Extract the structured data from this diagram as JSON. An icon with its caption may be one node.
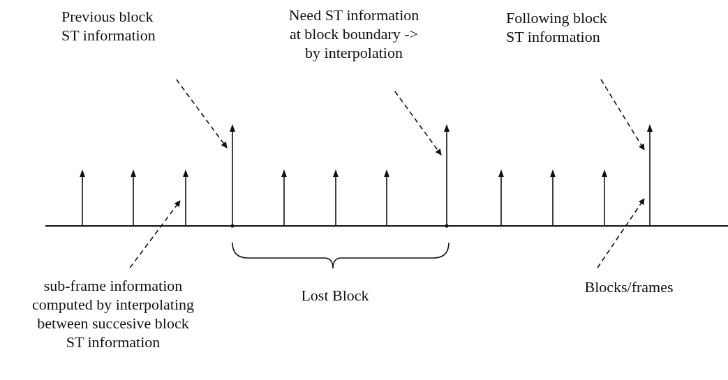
{
  "diagram": {
    "nodes": [
      {
        "text": [
          "Previous block ST information"
        ]
      },
      {
        "text": [
          "Need ST information at block boundary -> by interpolation"
        ]
      },
      {
        "text": [
          "Following block ST information"
        ]
      },
      {
        "text": [],
        "shape": "bar"
      },
      {
        "text": [],
        "shape": "bar"
      },
      {
        "text": [],
        "shape": "bar"
      },
      {
        "text": [],
        "shape": "bar"
      },
      {
        "text": [
          "sub-frame information computed by interpolating between succesive block ST information"
        ]
      },
      {
        "text": [
          "Blocks/frames"
        ]
      }
    ],
    "edges": [
      {
        "from": 0,
        "to": 4,
        "arrow": "to",
        "style": "dashed"
      },
      {
        "from": 1,
        "to": 5,
        "arrow": "to",
        "style": "dashed"
      },
      {
        "from": 2,
        "to": 6,
        "arrow": "to",
        "style": "dashed"
      },
      {
        "from": 7,
        "to": 3,
        "arrow": "to",
        "style": "dashed"
      },
      {
        "from": 8,
        "to": 6,
        "arrow": "to",
        "style": "dashed"
      }
    ],
    "labels": [
      "Lost Block"
    ]
  }
}
